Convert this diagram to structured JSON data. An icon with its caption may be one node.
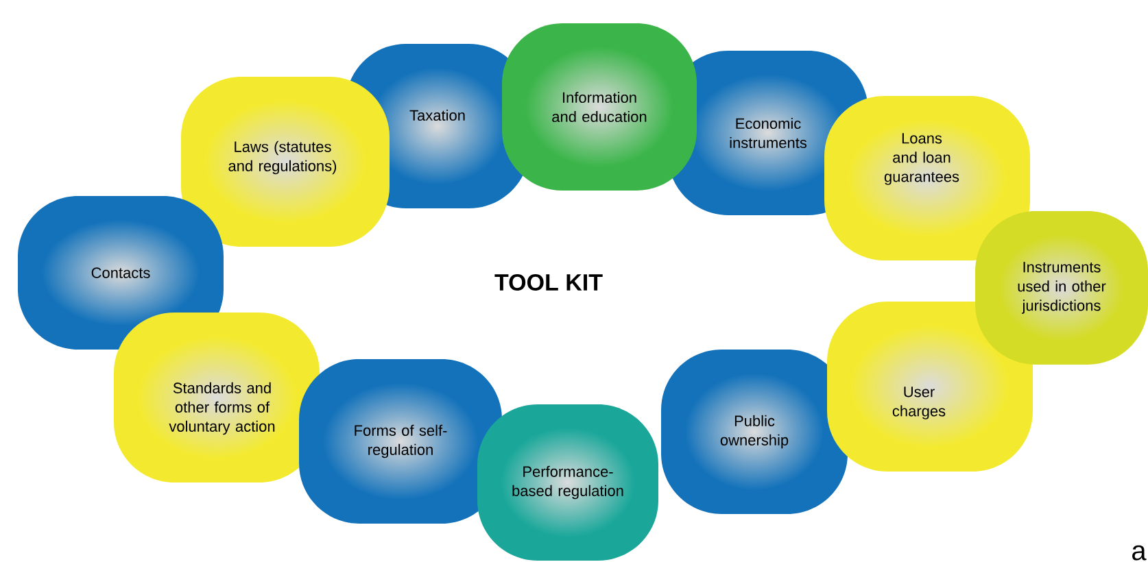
{
  "diagram": {
    "title": "TOOL KIT",
    "nodes": [
      {
        "text": [
          "Contacts"
        ]
      },
      {
        "text": [
          "Laws (statutes and regulations)"
        ]
      },
      {
        "text": [
          "Taxation"
        ]
      },
      {
        "text": [
          "Information and education"
        ]
      },
      {
        "text": [
          "Economic instruments"
        ]
      },
      {
        "text": [
          "Loans and loan guarantees"
        ]
      },
      {
        "text": [
          "Instruments used in other jurisdictions"
        ]
      },
      {
        "text": [
          "User charges"
        ]
      },
      {
        "text": [
          "Public ownership"
        ]
      },
      {
        "text": [
          "Performance-based regulation"
        ]
      },
      {
        "text": [
          "Forms of self-regulation"
        ]
      },
      {
        "text": [
          "Standards and other forms of voluntary action"
        ]
      }
    ],
    "labels": [
      "a"
    ]
  }
}
